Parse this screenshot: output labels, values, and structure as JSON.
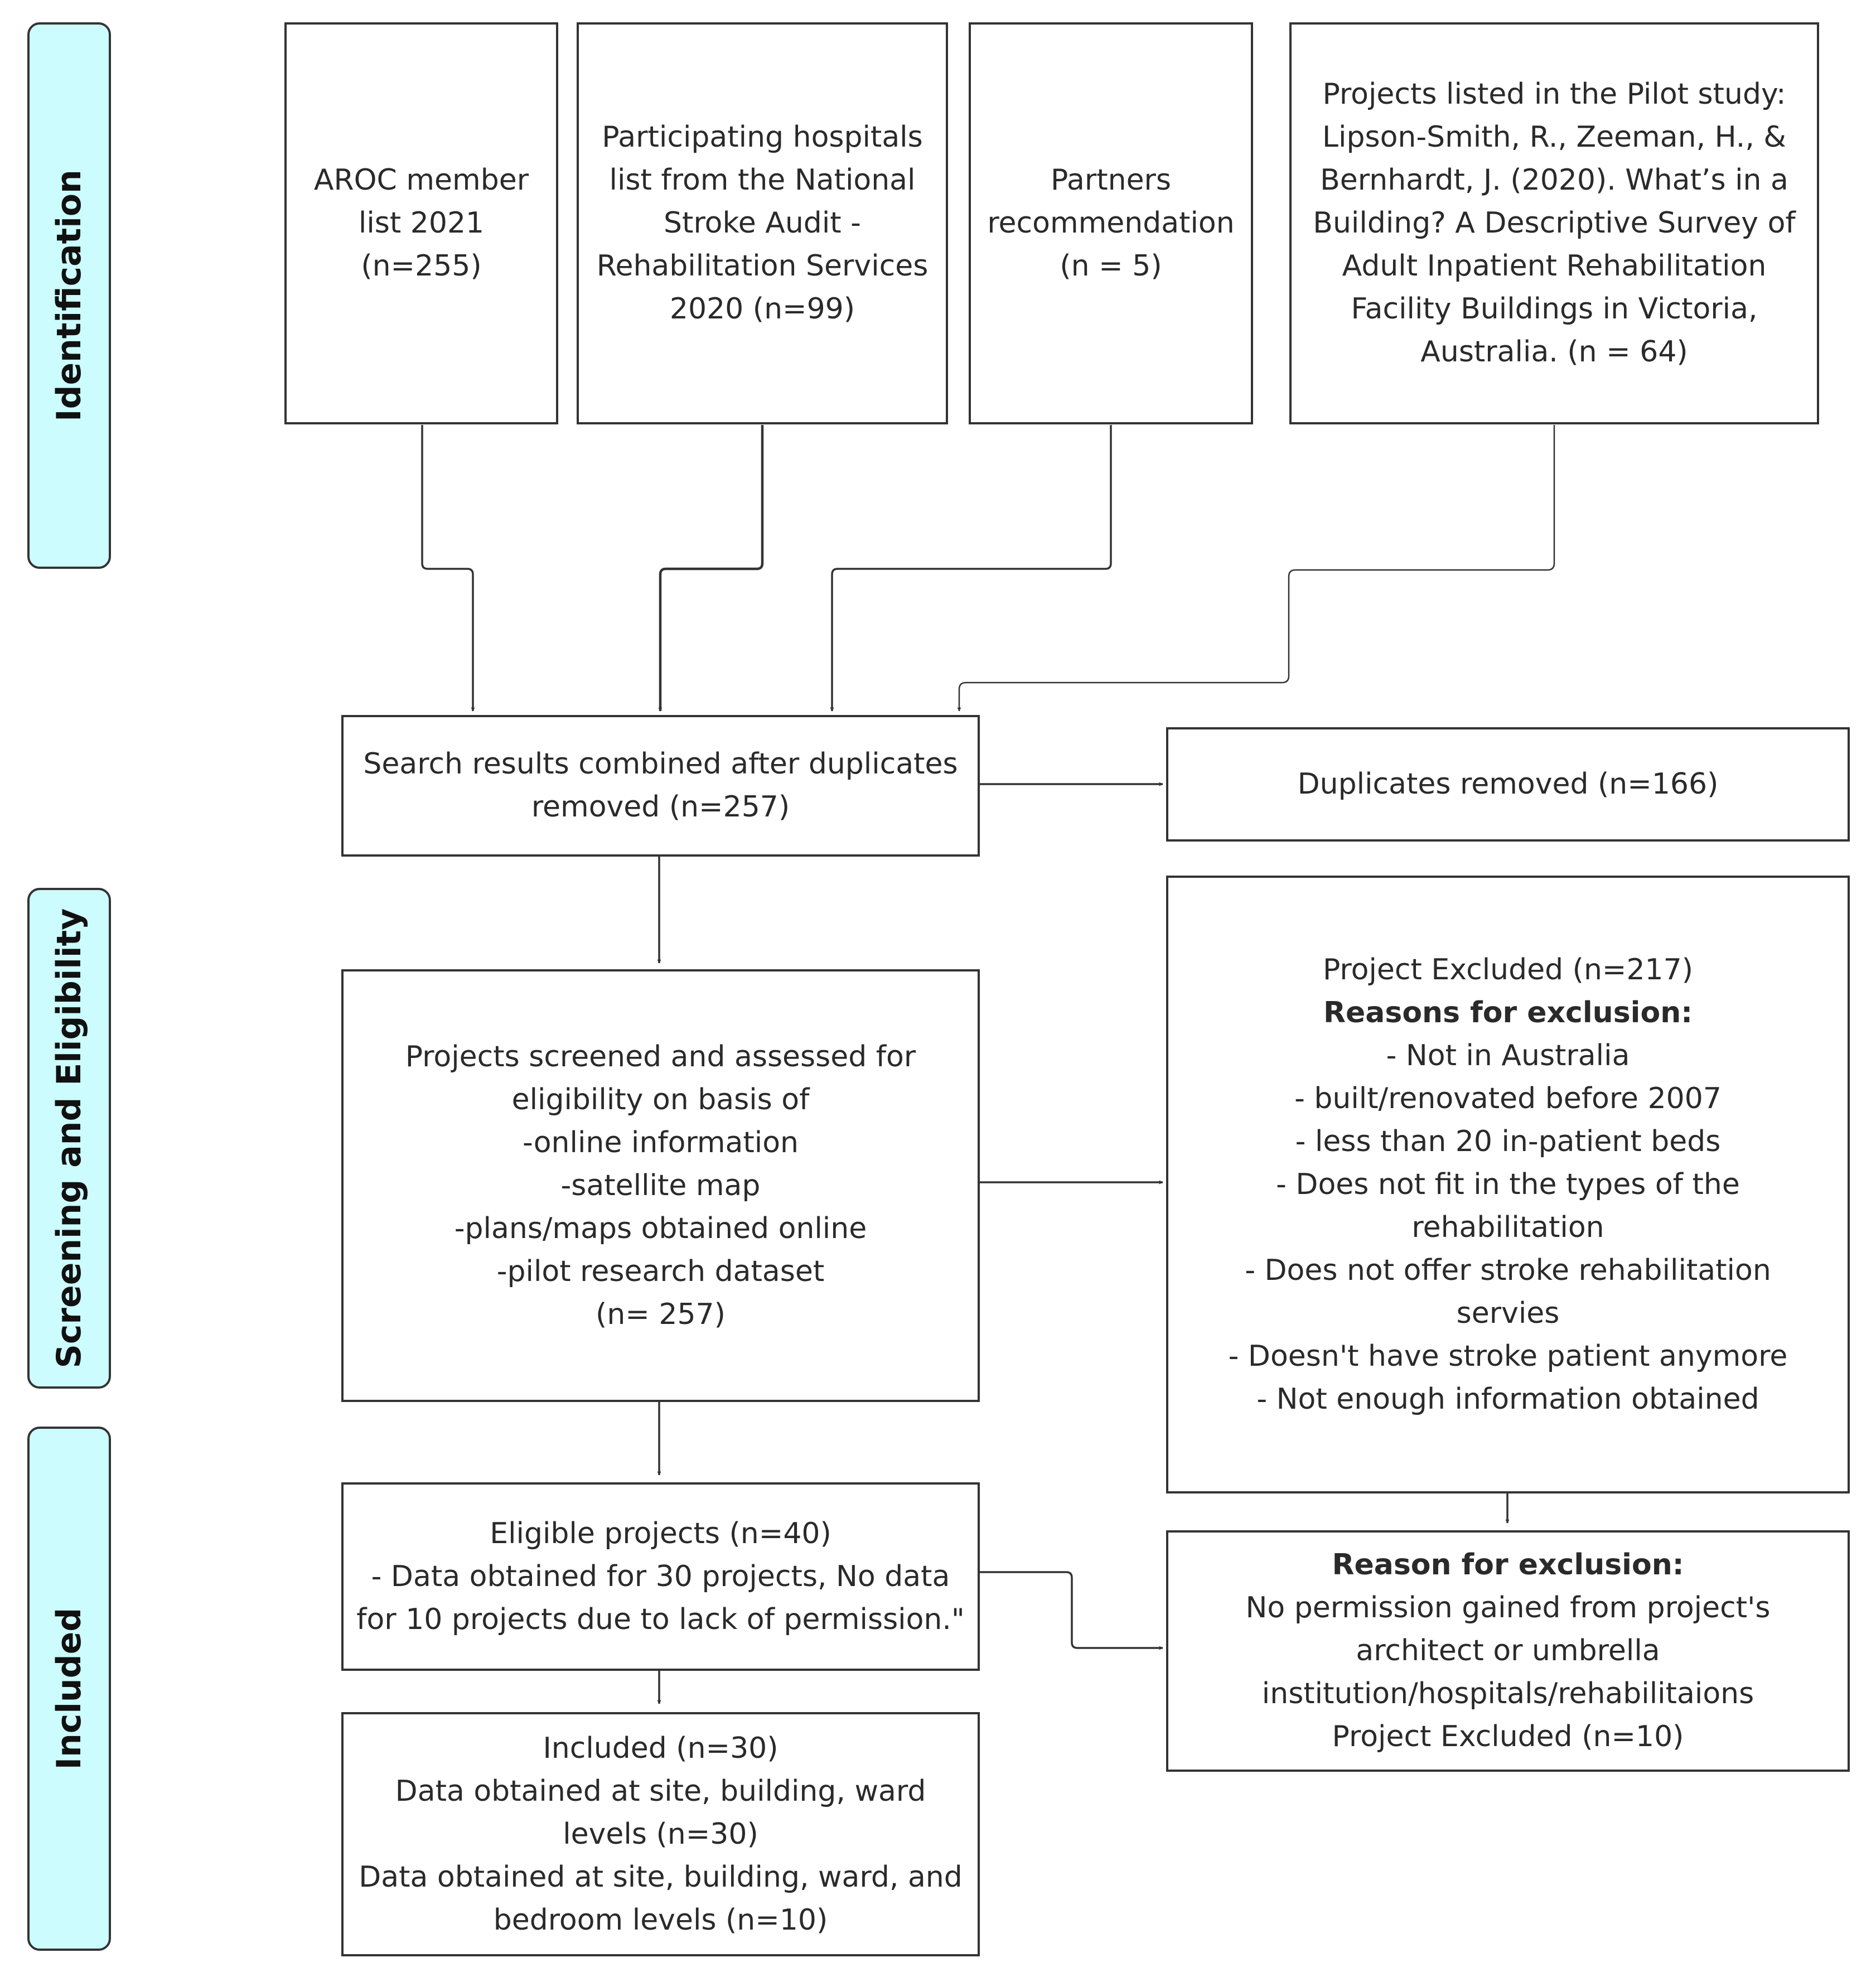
{
  "phases": {
    "identification": "Identification",
    "screening": "Screening and Eligibility",
    "included": "Included"
  },
  "sources": {
    "aroc": [
      "AROC member",
      "list 2021",
      "(n=255)"
    ],
    "nsa": [
      "Participating hospitals",
      "list from the National",
      "Stroke Audit -",
      "Rehabilitation Services",
      "2020 (n=99)"
    ],
    "partners": [
      "Partners",
      "recommendation",
      "(n = 5)"
    ],
    "pilot": [
      "Projects listed in the Pilot study:",
      "Lipson-Smith, R., Zeeman, H., &",
      "Bernhardt, J. (2020). What’s in a",
      "Building? A Descriptive Survey of",
      "Adult Inpatient Rehabilitation",
      "Facility Buildings in Victoria,",
      "Australia. (n = 64)"
    ]
  },
  "combined": [
    "Search results combined after duplicates",
    "removed (n=257)"
  ],
  "duplicates": "Duplicates removed (n=166)",
  "screened": [
    "Projects screened and assessed for",
    "eligibility on basis of",
    "-online information",
    "-satellite map",
    "-plans/maps obtained online",
    "-pilot research dataset",
    "(n= 257)"
  ],
  "excluded_1": {
    "title": "Project Excluded (n=217)",
    "heading": "Reasons for exclusion:",
    "reasons": [
      "- Not in Australia",
      "- built/renovated before 2007",
      "- less than 20 in-patient beds",
      "- Does not fit in the types of the",
      "rehabilitation",
      "- Does not offer stroke rehabilitation",
      "servies",
      "- Doesn't have stroke patient anymore",
      "- Not enough information obtained"
    ]
  },
  "eligible": [
    "Eligible projects (n=40)",
    "- Data obtained for 30 projects, No data",
    "for 10 projects due to lack of permission.\""
  ],
  "excluded_2": {
    "heading": "Reason for exclusion:",
    "lines": [
      "No permission gained from project's",
      "architect or umbrella",
      "institution/hospitals/rehabilitaions",
      "Project Excluded (n=10)"
    ]
  },
  "included": [
    "Included (n=30)",
    "Data obtained at site, building, ward",
    "levels (n=30)",
    "Data obtained at site, building, ward, and",
    "bedroom levels (n=10)"
  ]
}
